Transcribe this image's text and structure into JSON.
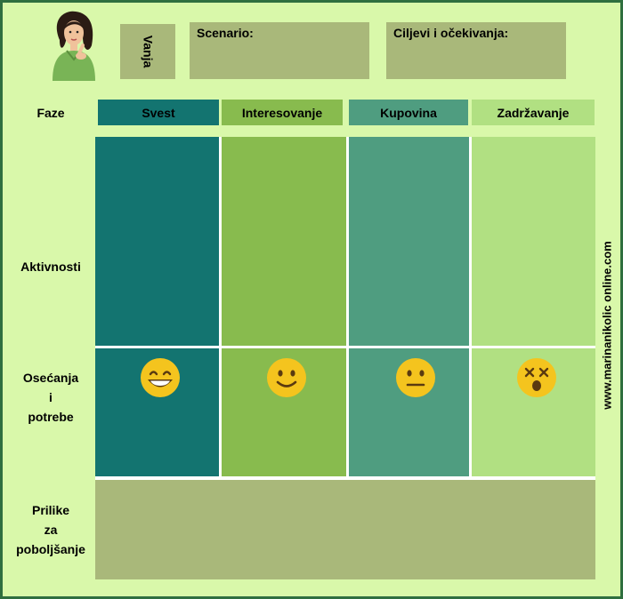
{
  "persona": {
    "name": "Vanja",
    "avatar_icon": "woman-thinking-icon"
  },
  "header": {
    "scenario_label": "Scenario:",
    "goals_label": "Ciljevi i očekivanja:"
  },
  "rows": {
    "phases": "Faze",
    "activities": "Aktivnosti",
    "feelings_lines": [
      "Osećanja",
      "i",
      "potrebe"
    ],
    "opportunities_lines": [
      "Prilike",
      "za",
      "poboljšanje"
    ]
  },
  "phases": [
    {
      "label": "Svest",
      "color": "#137470",
      "feeling_icon": "grinning-face-icon"
    },
    {
      "label": "Interesovanje",
      "color": "#88bb4e",
      "feeling_icon": "slightly-smiling-face-icon"
    },
    {
      "label": "Kupovina",
      "color": "#4f9d80",
      "feeling_icon": "neutral-face-icon"
    },
    {
      "label": "Zadržavanje",
      "color": "#b1e082",
      "feeling_icon": "dizzy-face-icon"
    }
  ],
  "colors": {
    "background": "#d9f8aa",
    "border": "#2f6f3f",
    "box": "#a9b87a",
    "emoji": "#f4c41e"
  },
  "watermark": "www.marinanikolic online.com"
}
